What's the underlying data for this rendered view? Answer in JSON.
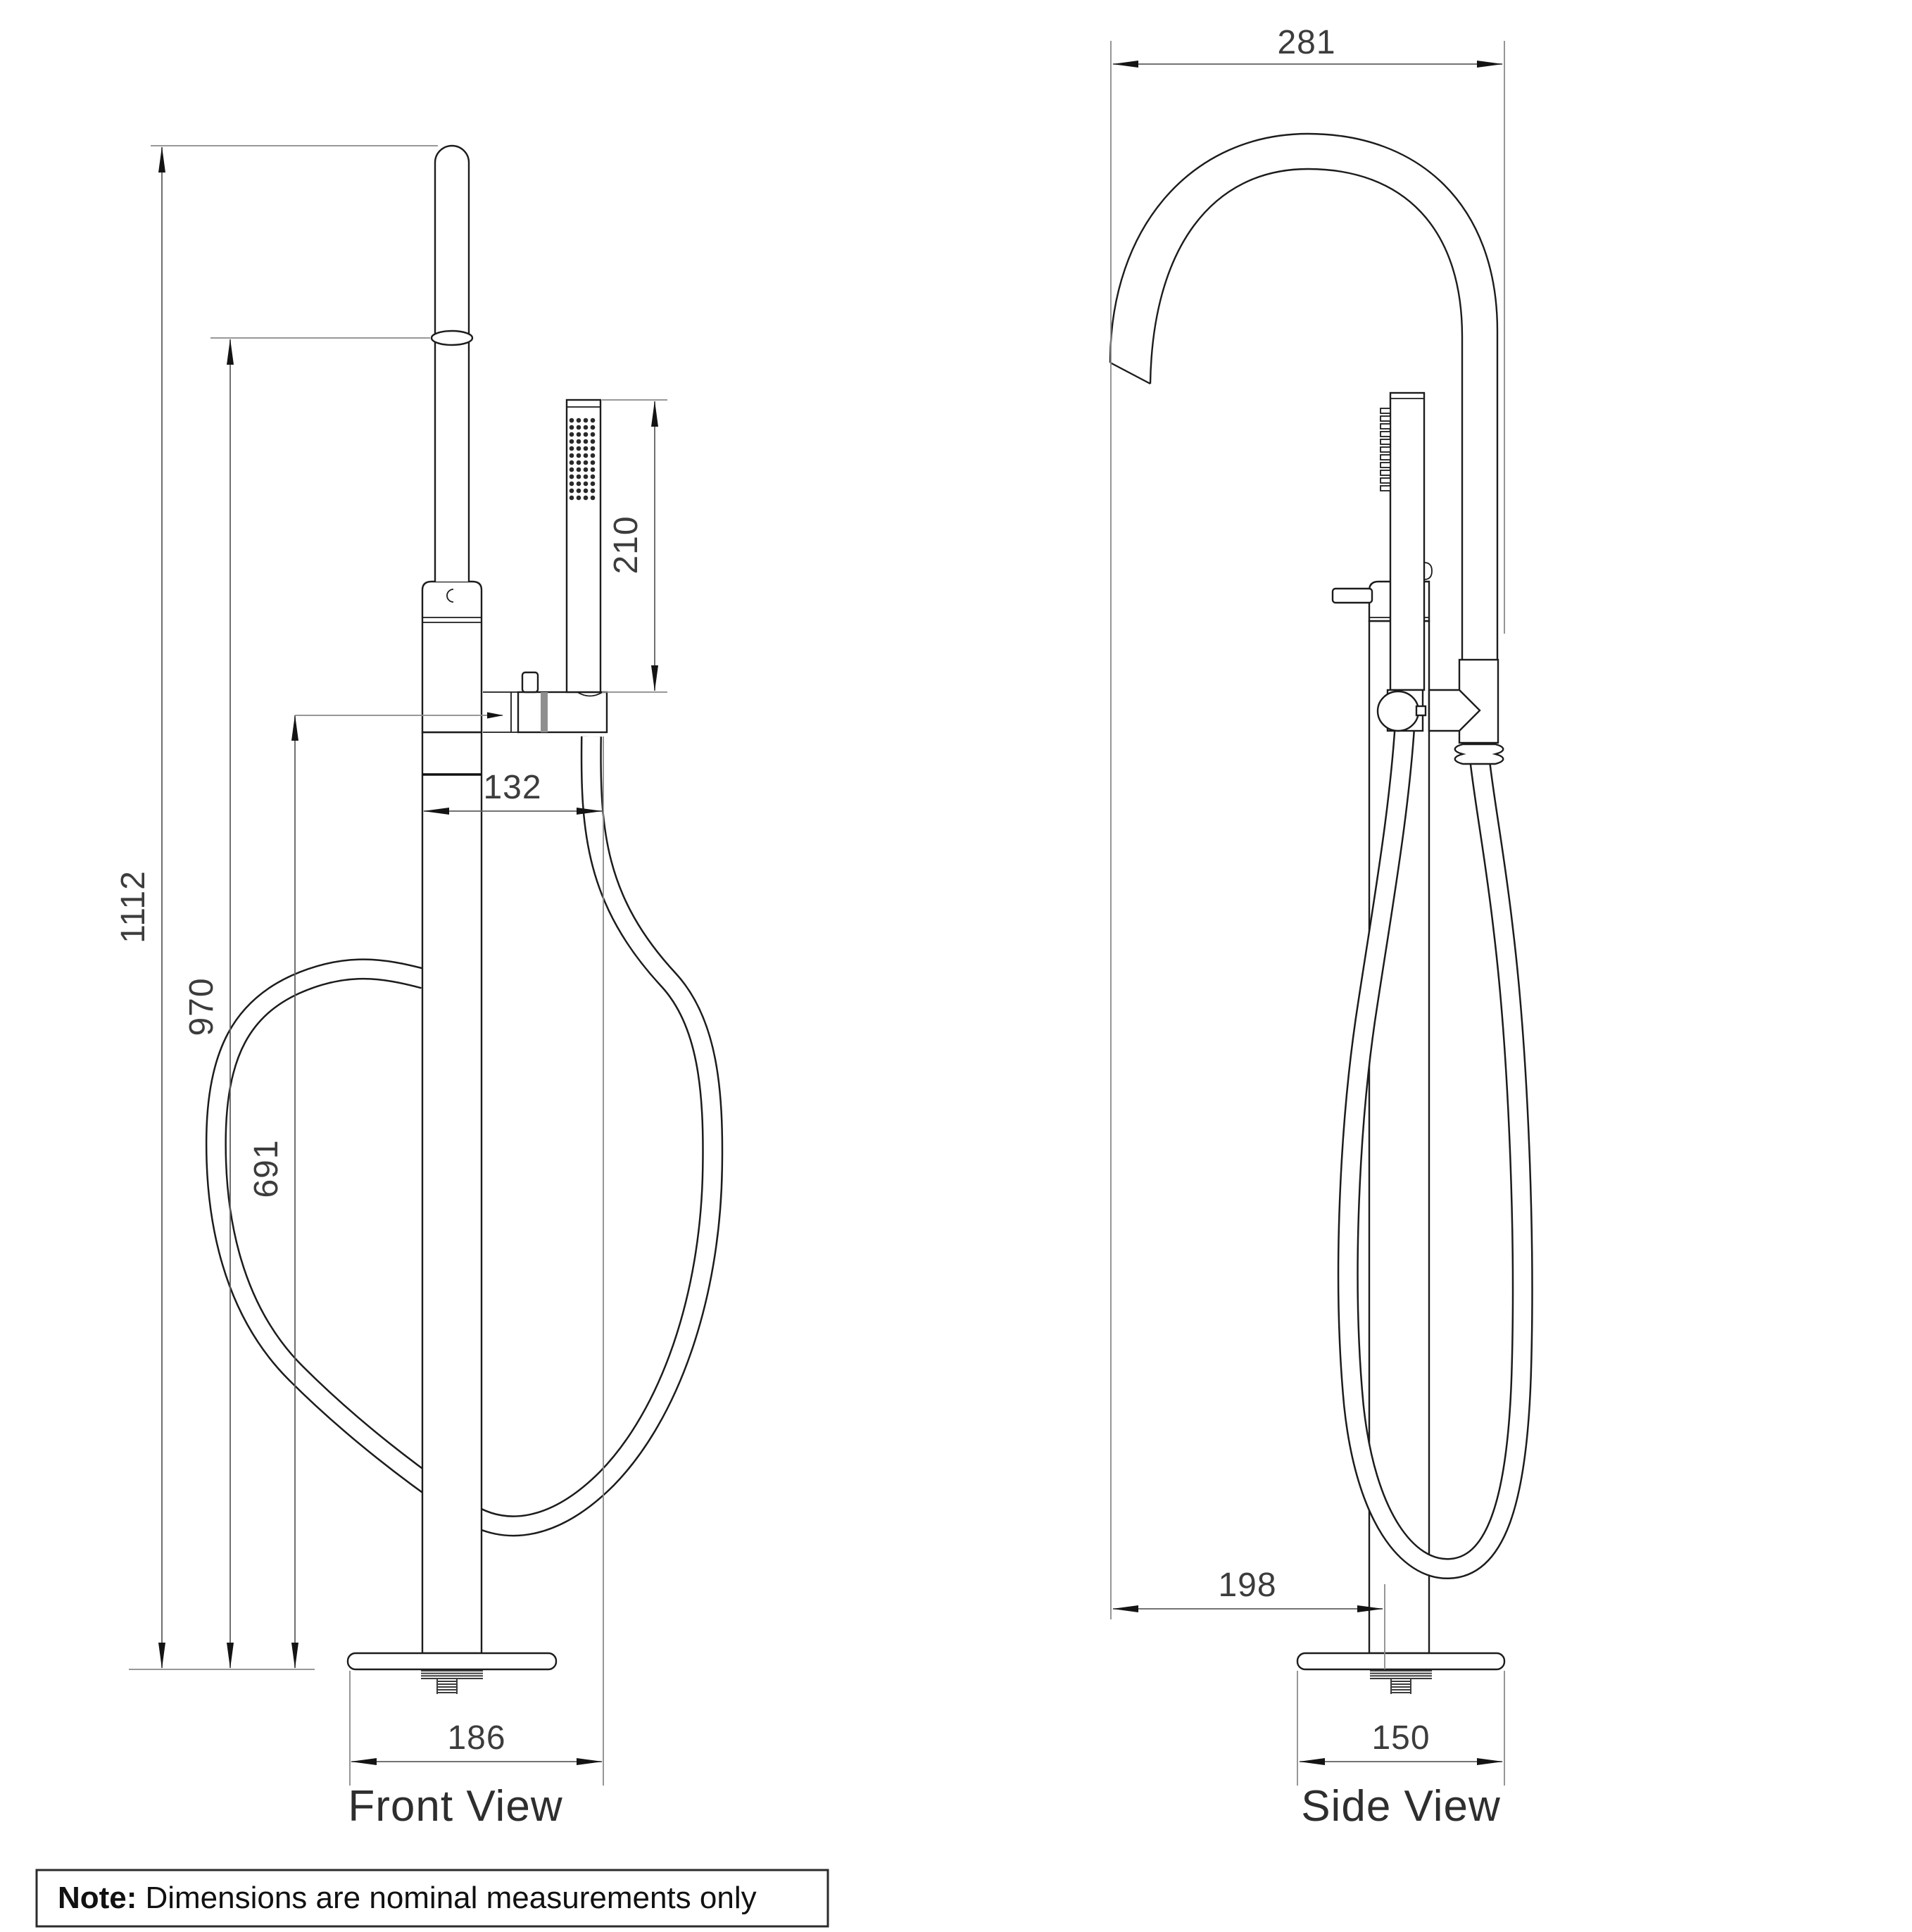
{
  "drawing": {
    "type": "technical-dimension-drawing",
    "product": "freestanding bath shower mixer with hand shower",
    "units": "mm"
  },
  "views": {
    "front": {
      "title": "Front View",
      "dims": {
        "overall_height": "1112",
        "spout_outlet_height": "970",
        "diverter_height": "691",
        "handset_length": "210",
        "body_to_handset_width": "132",
        "base_overall_width": "186"
      }
    },
    "side": {
      "title": "Side View",
      "dims": {
        "spout_reach": "281",
        "spout_projection": "198",
        "base_depth": "150"
      }
    }
  },
  "note": {
    "label": "Note:",
    "text": "Dimensions are nominal measurements only"
  },
  "colors": {
    "background": "#ffffff",
    "part_line": "#1c1c1c",
    "dimension_line": "#8a8a8a",
    "dimension_text": "#3c3c3c",
    "accent_band": "#8f8f8f"
  }
}
